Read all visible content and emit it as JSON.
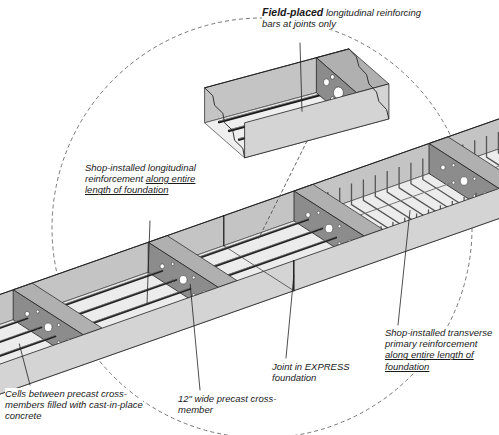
{
  "diagram": {
    "labels": [
      "Field-placed",
      "longitudinal reinforcing bars at joints only",
      "Shop-installed longitudinal reinforcement",
      "along entire length of foundation",
      "Joint in EXPRESS foundation",
      "Shop-installed transverse primary reinforcement",
      "along entire length of foundation",
      "Cells between precast cross-members filled with cast-in-place concrete",
      "12\" wide precast cross-member"
    ]
  }
}
